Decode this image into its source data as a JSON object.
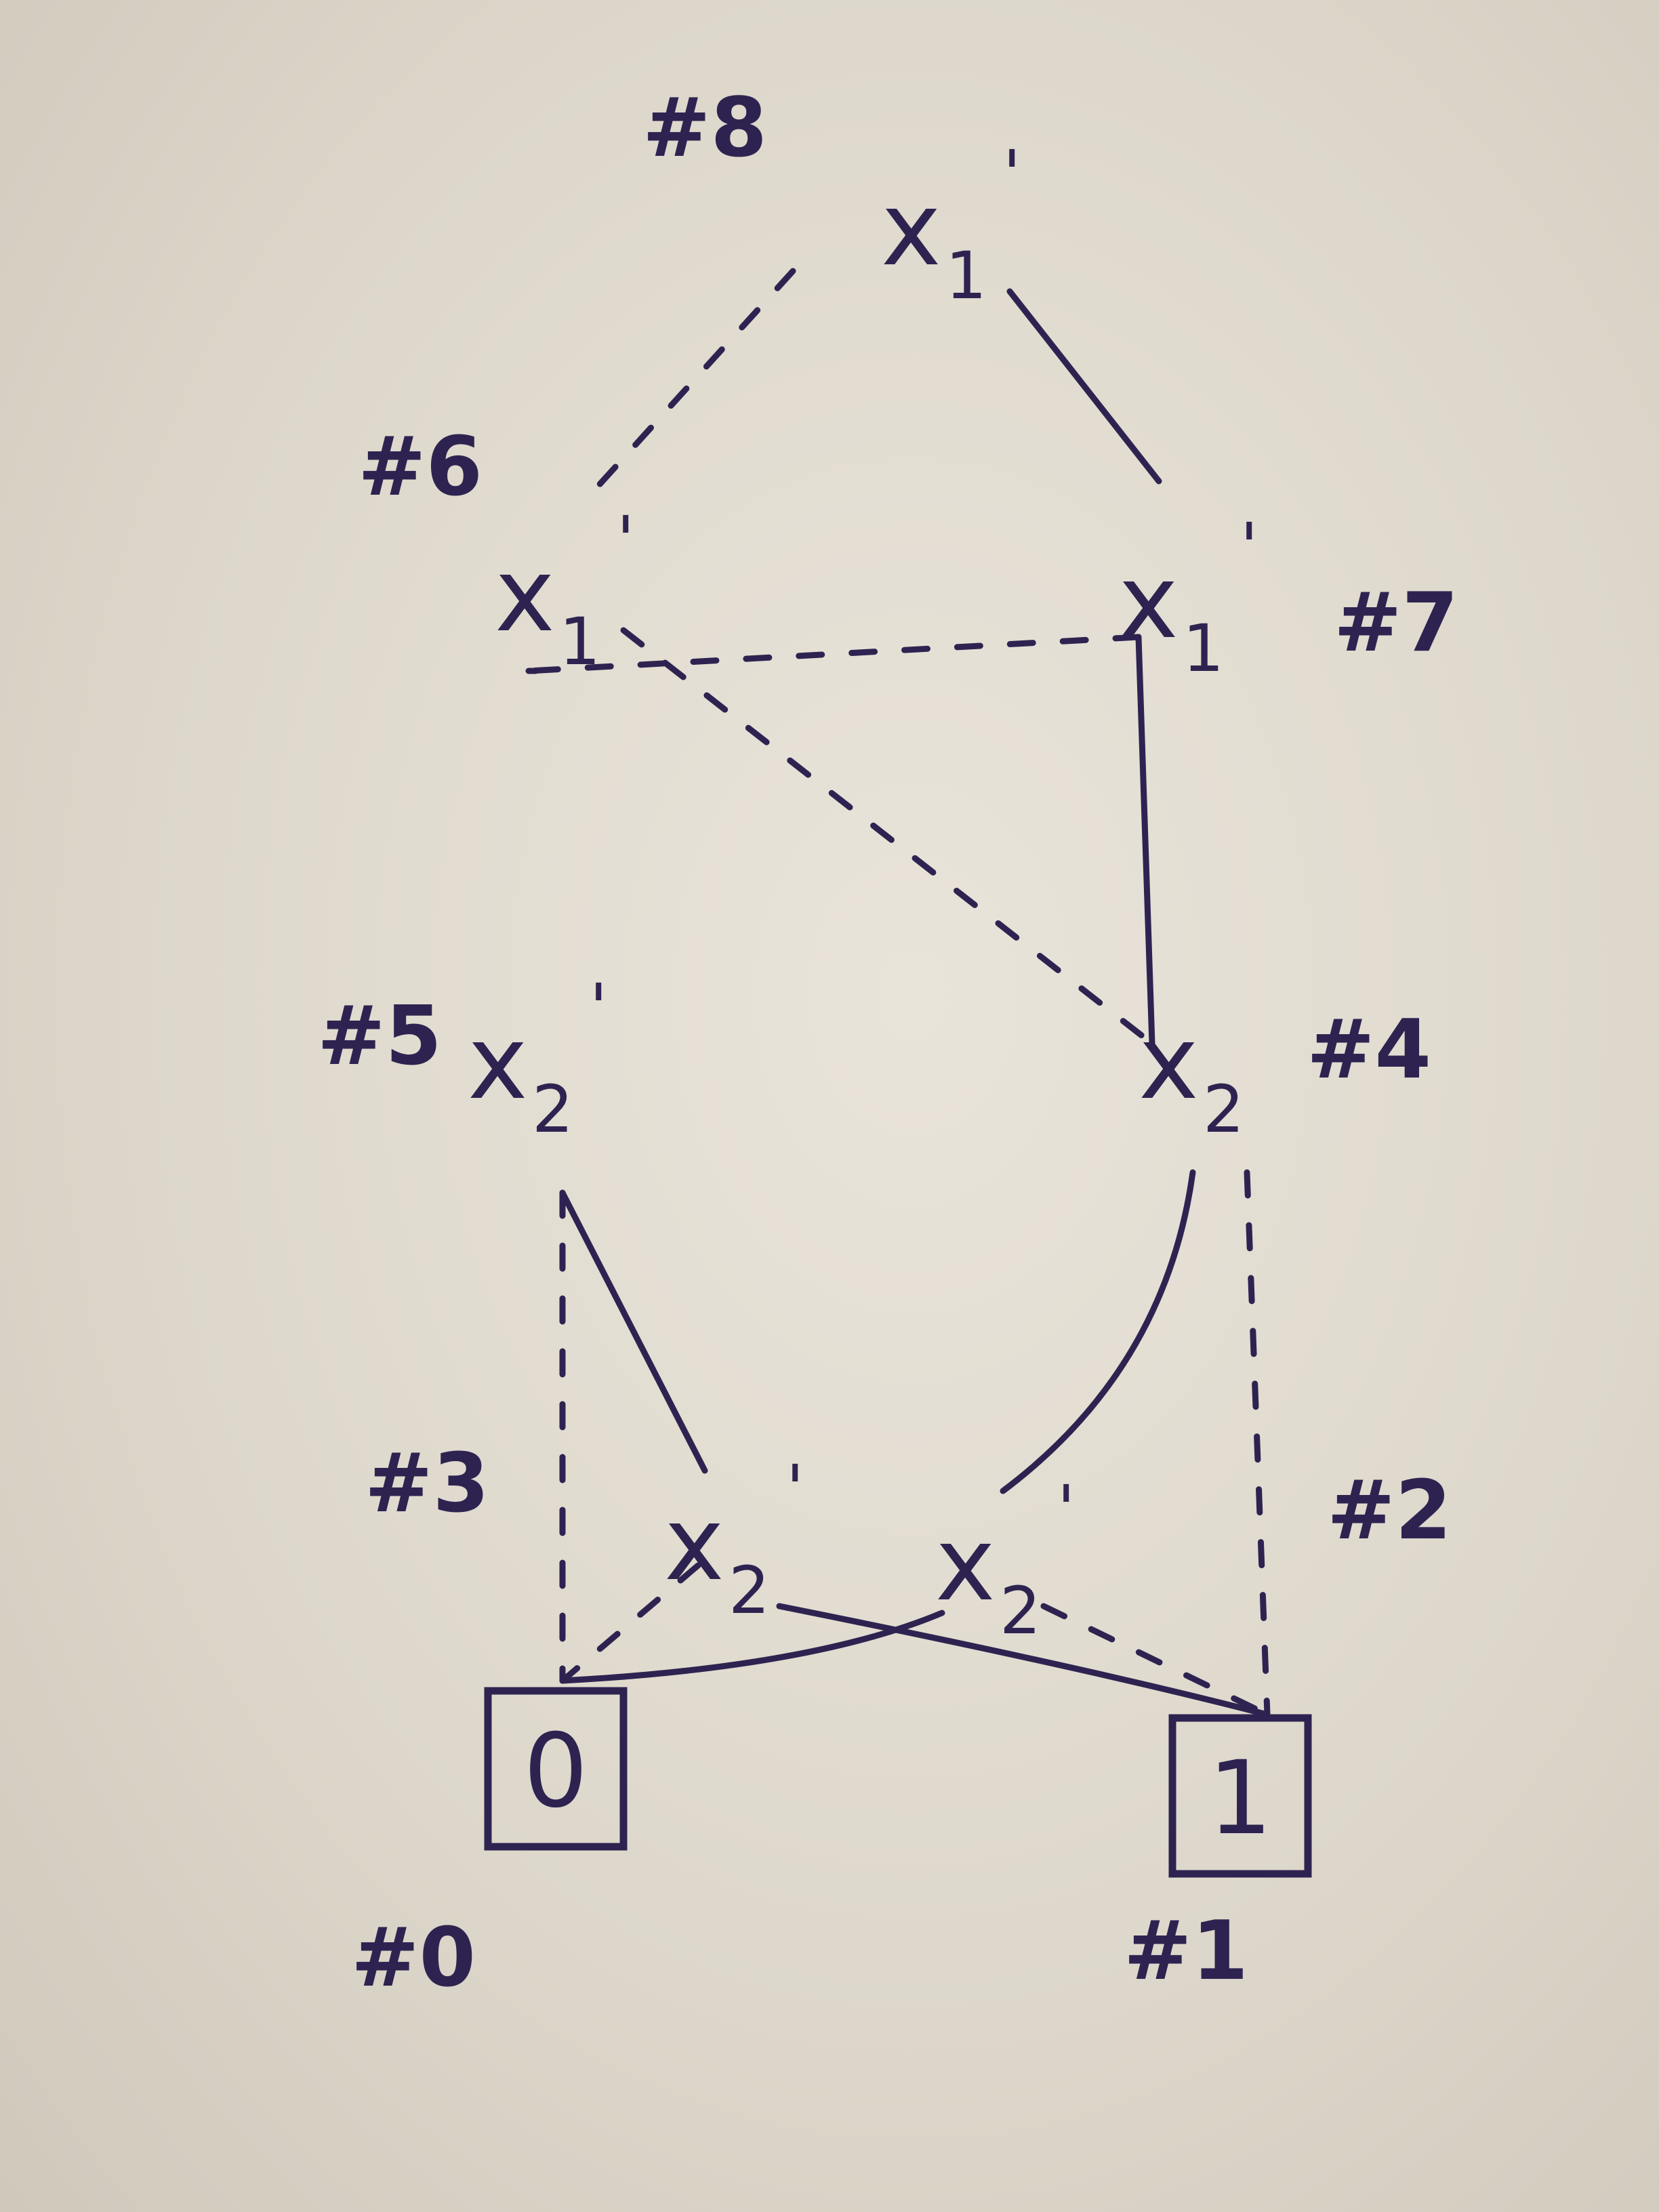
{
  "nodes": [
    {
      "key": "n8",
      "id": "#8",
      "var": "x",
      "sub": "1",
      "prime": "'"
    },
    {
      "key": "n6",
      "id": "#6",
      "var": "x",
      "sub": "1",
      "prime": "'"
    },
    {
      "key": "n7",
      "id": "#7",
      "var": "x",
      "sub": "1",
      "prime": "'"
    },
    {
      "key": "n5",
      "id": "#5",
      "var": "x",
      "sub": "2",
      "prime": "'"
    },
    {
      "key": "n4",
      "id": "#4",
      "var": "x",
      "sub": "2",
      "prime": ""
    },
    {
      "key": "n3",
      "id": "#3",
      "var": "x",
      "sub": "2",
      "prime": "'"
    },
    {
      "key": "n2",
      "id": "#2",
      "var": "x",
      "sub": "2",
      "prime": "'"
    }
  ],
  "terminals": [
    {
      "key": "t0",
      "id": "#0",
      "value": "0"
    },
    {
      "key": "t1",
      "id": "#1",
      "value": "1"
    }
  ],
  "edges": [
    {
      "from": "n8",
      "to": "n6",
      "style": "dashed"
    },
    {
      "from": "n8",
      "to": "n7",
      "style": "solid"
    },
    {
      "from": "n6",
      "to": "n5",
      "style": "solid"
    },
    {
      "from": "n6",
      "to": "n4",
      "style": "dashed"
    },
    {
      "from": "n7",
      "to": "n5",
      "style": "dashed"
    },
    {
      "from": "n7",
      "to": "n4",
      "style": "solid"
    },
    {
      "from": "n5",
      "to": "t0",
      "style": "dashed"
    },
    {
      "from": "n5",
      "to": "n3",
      "style": "solid"
    },
    {
      "from": "n4",
      "to": "n2",
      "style": "solid"
    },
    {
      "from": "n4",
      "to": "t1",
      "style": "dashed"
    },
    {
      "from": "n3",
      "to": "t0",
      "style": "dashed"
    },
    {
      "from": "n3",
      "to": "t1",
      "style": "solid"
    },
    {
      "from": "n2",
      "to": "t0",
      "style": "solid"
    },
    {
      "from": "n2",
      "to": "t1",
      "style": "dashed"
    }
  ],
  "colors": {
    "ink": "#2e2350",
    "paper": "#e3ded3"
  }
}
